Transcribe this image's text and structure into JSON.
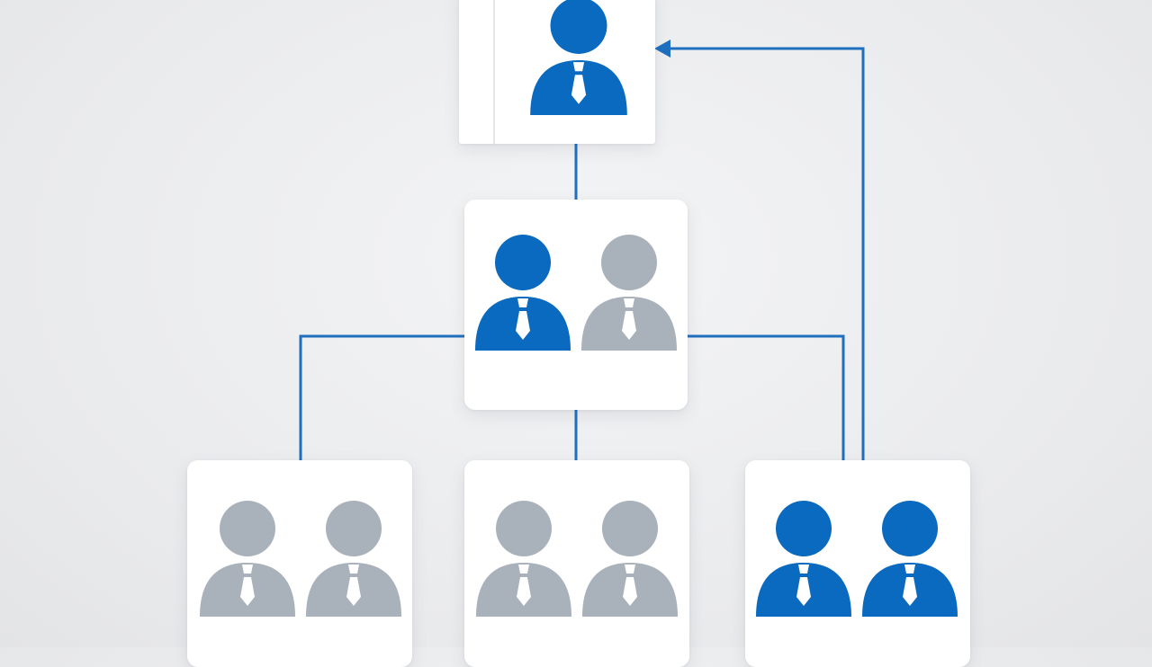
{
  "colors": {
    "accent_blue": "#0a6abf",
    "inactive_gray": "#a9b1bb",
    "connector": "#1f6fbf",
    "card": "#ffffff",
    "background": "#e9eaec"
  },
  "icons": [
    "person-icon"
  ],
  "nodes": [
    {
      "id": "top",
      "people": [
        "blue"
      ]
    },
    {
      "id": "middle",
      "people": [
        "blue",
        "gray"
      ]
    },
    {
      "id": "bottom-left",
      "people": [
        "gray",
        "gray"
      ]
    },
    {
      "id": "bottom-center",
      "people": [
        "gray",
        "gray"
      ]
    },
    {
      "id": "bottom-right",
      "people": [
        "blue",
        "blue"
      ]
    }
  ],
  "edges": [
    {
      "from": "top",
      "to": "middle",
      "arrow": false
    },
    {
      "from": "middle",
      "to": "bottom-left",
      "arrow": false
    },
    {
      "from": "middle",
      "to": "bottom-center",
      "arrow": false
    },
    {
      "from": "middle",
      "to": "bottom-right",
      "arrow": false
    },
    {
      "from": "bottom-right",
      "to": "top",
      "arrow": true
    }
  ]
}
